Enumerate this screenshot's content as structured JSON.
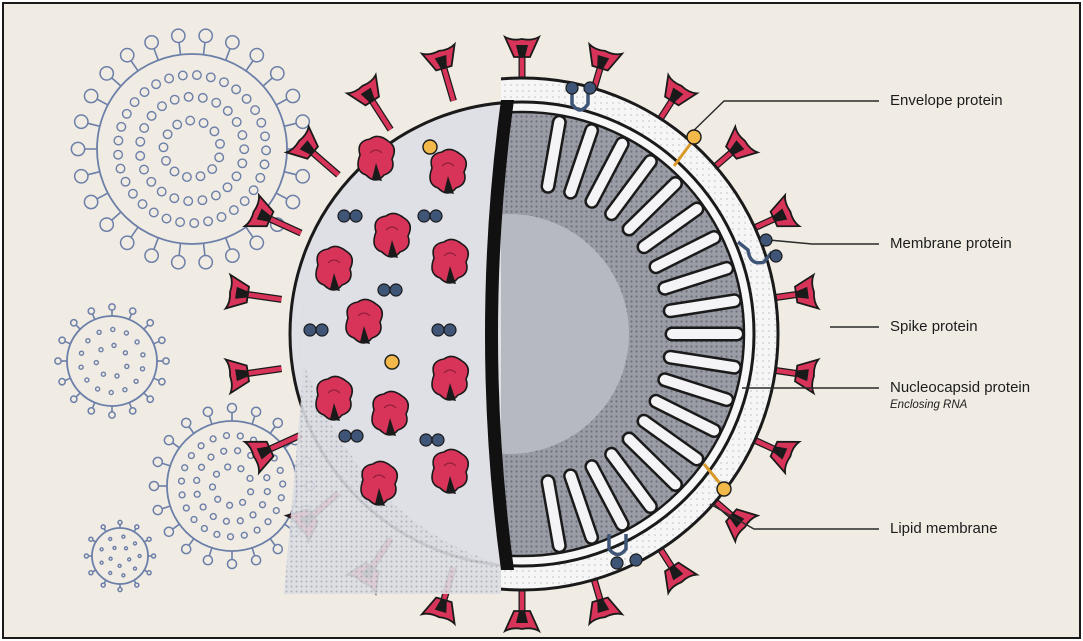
{
  "labels": {
    "envelope": "Envelope protein",
    "membrane": "Membrane protein",
    "spike": "Spike protein",
    "nucleocapsid": "Nucleocapsid protein",
    "nucleocapsid_sub": "Enclosing RNA",
    "lipid": "Lipid membrane"
  },
  "colors": {
    "background": "#f0ece4",
    "spike": "#d8345a",
    "outline": "#1a1a1a",
    "membrane_dot": "#3f5577",
    "envelope_dot": "#f2b84a",
    "mini_virus": "#6c7fa8",
    "virus_body": "#dfe0e6",
    "core": "#a9acb4"
  },
  "icons": [
    "coronavirus-diagram",
    "mini-virus-icon"
  ]
}
